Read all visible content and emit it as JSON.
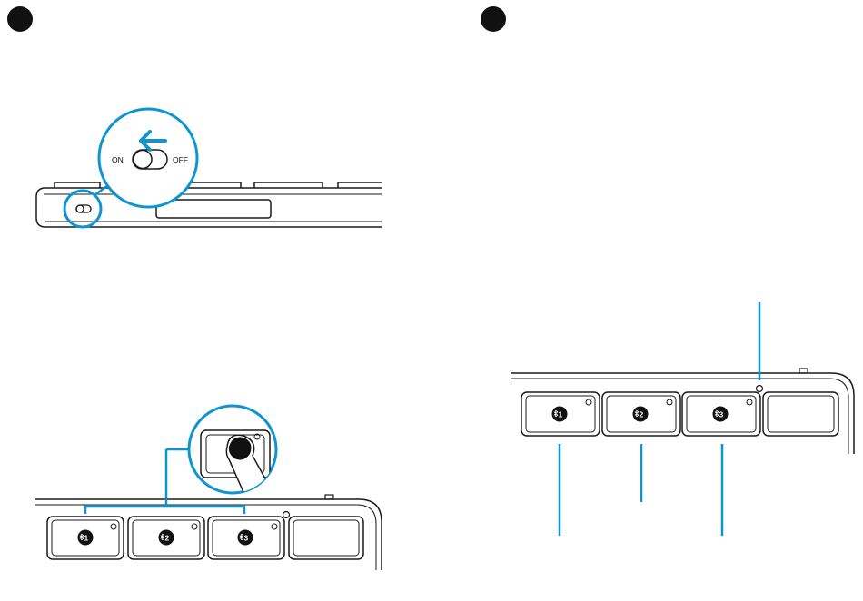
{
  "colors": {
    "accent": "#0c95d0",
    "ink": "#1a1a1a",
    "paper": "#ffffff"
  },
  "steps": [
    {
      "marker": "step-1-marker"
    },
    {
      "marker": "step-2-marker"
    }
  ],
  "power_switch": {
    "on_label": "ON",
    "off_label": "OFF"
  },
  "channel_keys": [
    {
      "label": "1",
      "icon": "bluetooth-icon"
    },
    {
      "label": "2",
      "icon": "bluetooth-icon"
    },
    {
      "label": "3",
      "icon": "bluetooth-icon"
    }
  ]
}
